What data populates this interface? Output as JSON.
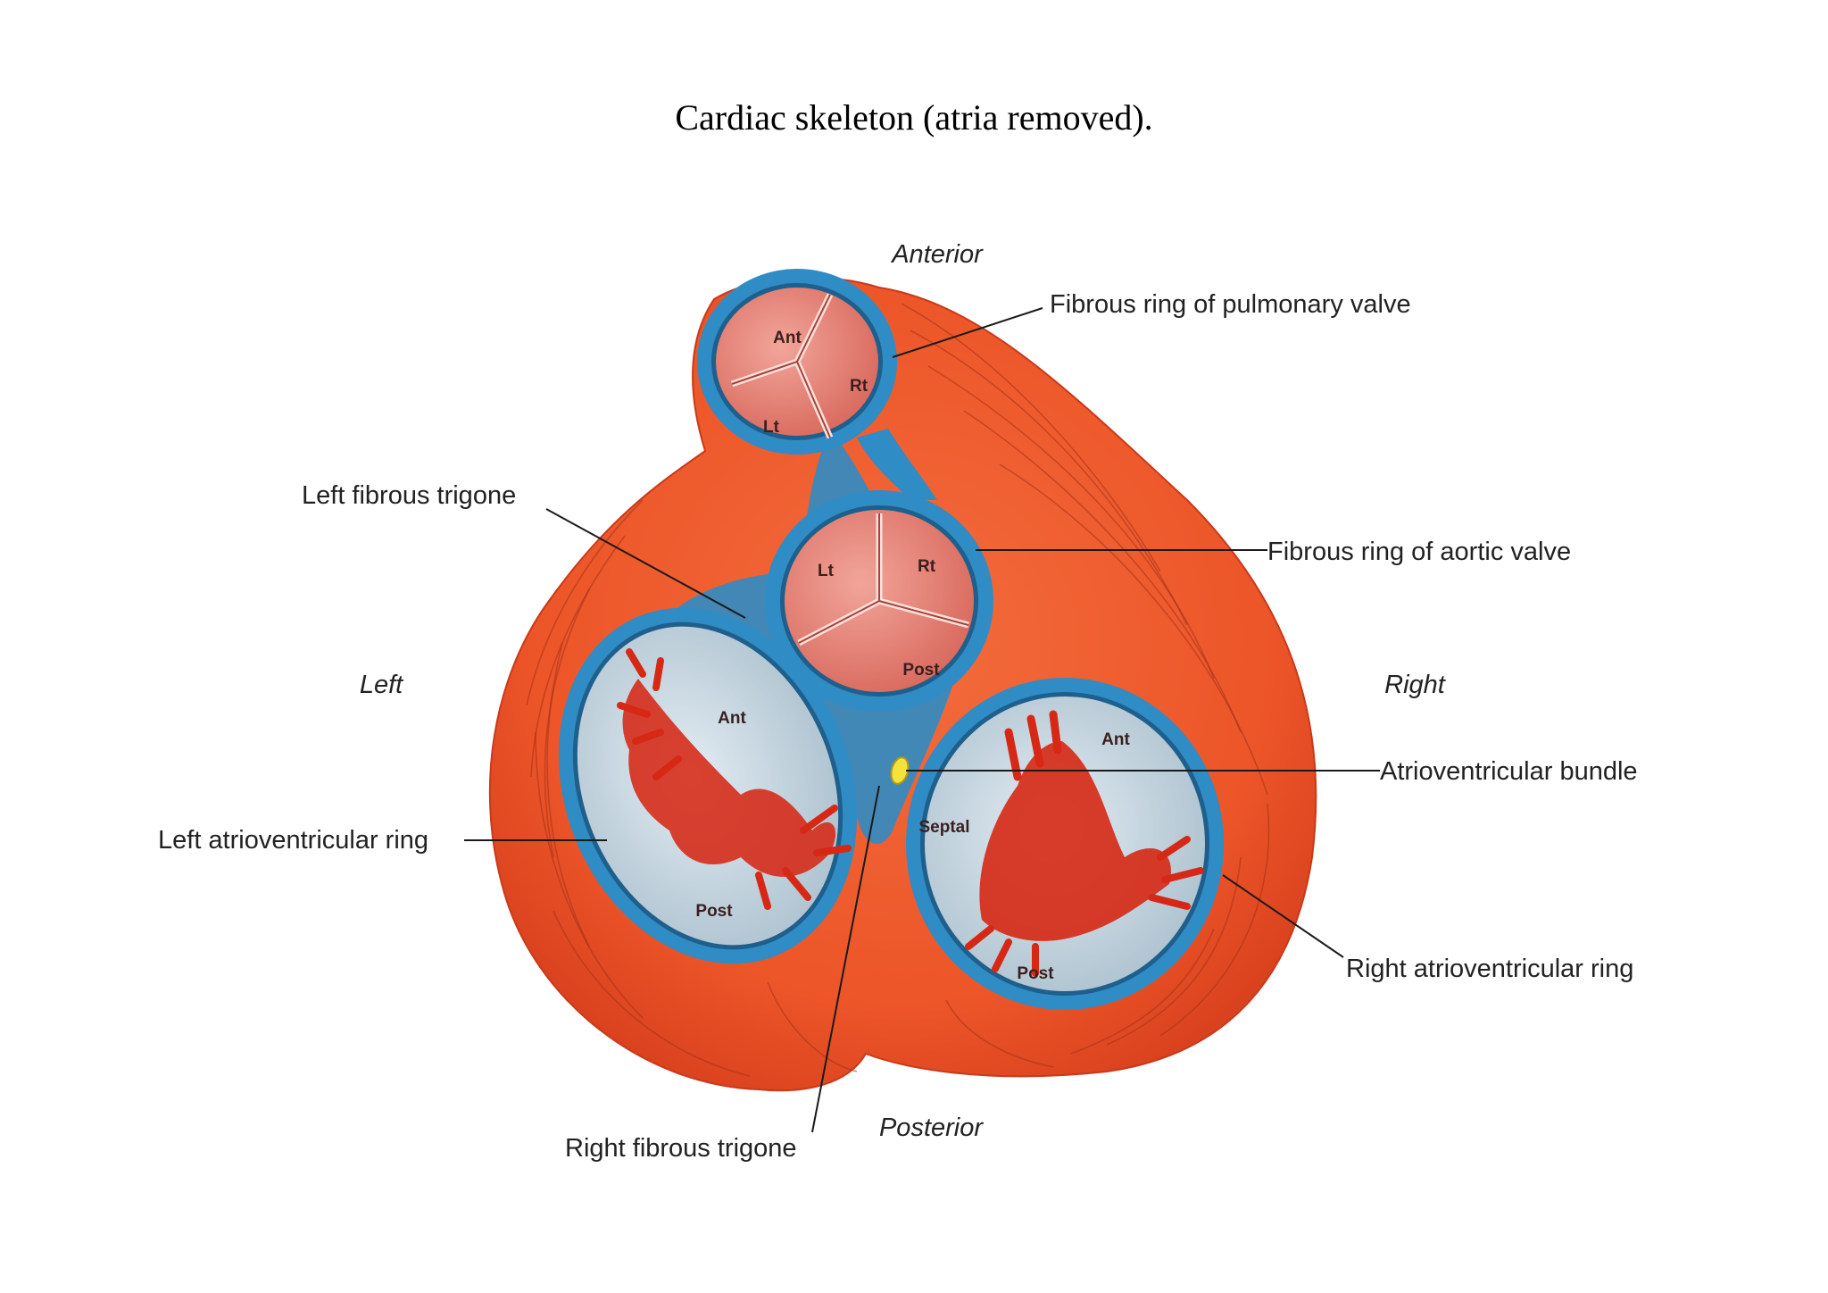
{
  "title": "Cardiac skeleton (atria removed).",
  "orientation": {
    "anterior": "Anterior",
    "posterior": "Posterior",
    "left": "Left",
    "right": "Right"
  },
  "labels": {
    "fibrous_ring_pulmonary": "Fibrous ring of pulmonary valve",
    "left_fibrous_trigone": "Left fibrous trigone",
    "fibrous_ring_aortic": "Fibrous ring of aortic valve",
    "atrioventricular_bundle": "Atrioventricular bundle",
    "left_av_ring": "Left atrioventricular ring",
    "right_av_ring": "Right atrioventricular ring",
    "right_fibrous_trigone": "Right fibrous trigone"
  },
  "pulmonary_cusps": {
    "ant": "Ant",
    "rt": "Rt",
    "lt": "Lt"
  },
  "aortic_cusps": {
    "lt": "Lt",
    "rt": "Rt",
    "post": "Post"
  },
  "mitral_cusps": {
    "ant": "Ant",
    "post": "Post"
  },
  "tricuspid_cusps": {
    "ant": "Ant",
    "septal": "Septal",
    "post": "Post"
  },
  "colors": {
    "muscle": "#ee5a2c",
    "fibrous_ring": "#2f8cc4",
    "valve_tissue": "#e07a6e",
    "orifice": "#c7d8e3",
    "leaflet": "#d62814",
    "av_bundle": "#f5e23a"
  }
}
